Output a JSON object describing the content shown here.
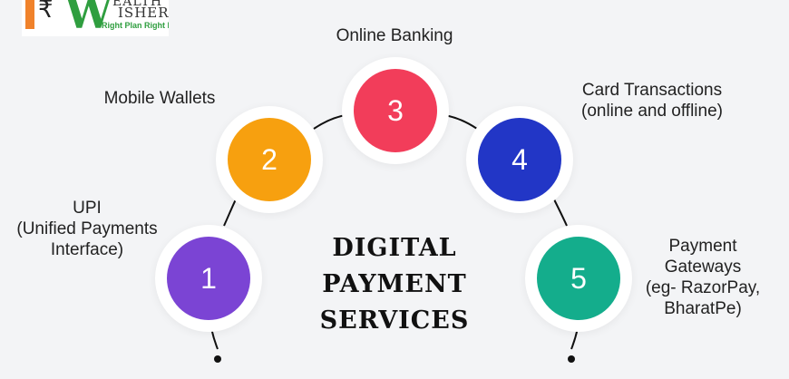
{
  "logo": {
    "rupee_glyph": "₹",
    "w_glyph": "W",
    "word_line1": "EALTH",
    "word_line2": "ISHER",
    "tagline": "Right Plan Right Life"
  },
  "title_lines": [
    "DIGITAL",
    "PAYMENT",
    "SERVICES"
  ],
  "nodes": [
    {
      "number": "1",
      "label_lines": [
        "UPI",
        "(Unified Payments",
        "Interface)"
      ],
      "color": "#7b44d4"
    },
    {
      "number": "2",
      "label_lines": [
        "Mobile Wallets"
      ],
      "color": "#f7a00f"
    },
    {
      "number": "3",
      "label_lines": [
        "Online Banking"
      ],
      "color": "#f23d5a"
    },
    {
      "number": "4",
      "label_lines": [
        "Card Transactions",
        "(online and offline)"
      ],
      "color": "#2236c6"
    },
    {
      "number": "5",
      "label_lines": [
        "Payment",
        "Gateways",
        "(eg- RazorPay,",
        "BharatPe)"
      ],
      "color": "#14ad8c"
    }
  ],
  "colors": {
    "background": "#f3f4f6",
    "arc": "#111111"
  }
}
